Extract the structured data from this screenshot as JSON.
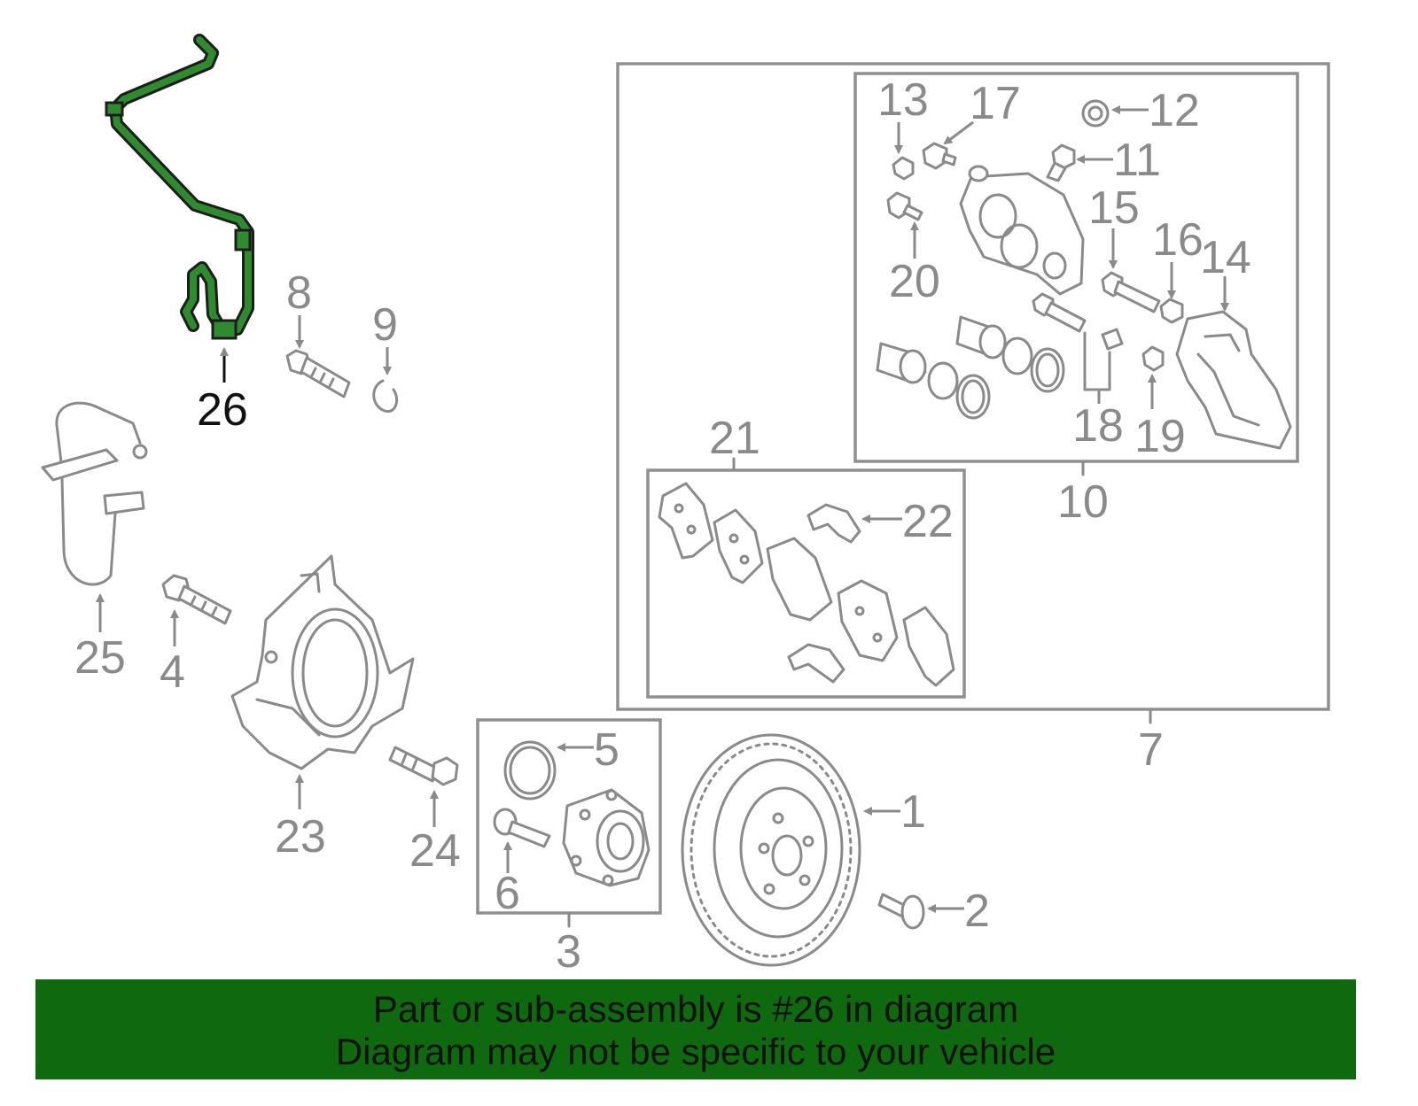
{
  "diagram": {
    "highlighted_part": "26",
    "colors": {
      "highlight": "#2e8b2e",
      "parts": "#8a8a8a",
      "banner": "#0f6a0f"
    },
    "labels": {
      "p1": "1",
      "p2": "2",
      "p3": "3",
      "p4": "4",
      "p5": "5",
      "p6": "6",
      "p7": "7",
      "p8": "8",
      "p9": "9",
      "p10": "10",
      "p11": "11",
      "p12": "12",
      "p13": "13",
      "p14": "14",
      "p15": "15",
      "p16": "16",
      "p17": "17",
      "p18": "18",
      "p19": "19",
      "p20": "20",
      "p21": "21",
      "p22": "22",
      "p23": "23",
      "p24": "24",
      "p25": "25",
      "p26": "26"
    }
  },
  "banner": {
    "line1": "Part or sub-assembly is #26 in diagram",
    "line2": "Diagram may not be specific to your vehicle"
  }
}
